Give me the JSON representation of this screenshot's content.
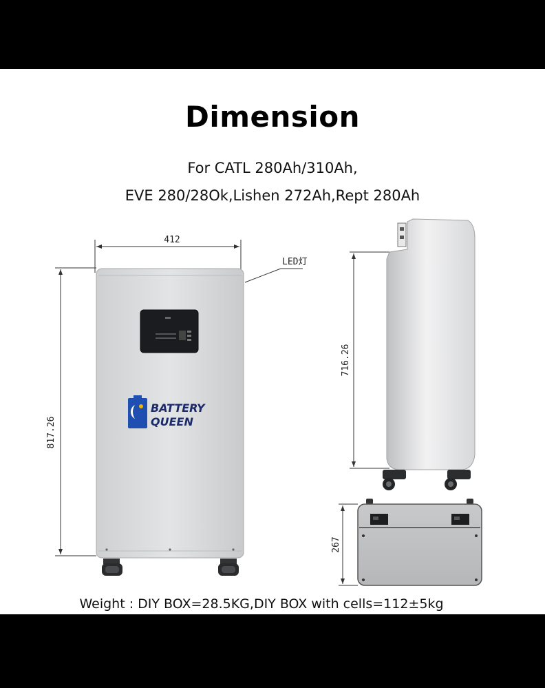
{
  "title": "Dimension",
  "subtitle_line1": "For CATL 280Ah/310Ah,",
  "subtitle_line2": "EVE 280/28Ok,Lishen 272Ah,Rept 280Ah",
  "dimensions": {
    "width": "412",
    "height": "817.26",
    "side_height": "716.26",
    "depth": "267"
  },
  "led_label": "LED灯",
  "brand": {
    "line1": "BATTERY",
    "line2": "QUEEN"
  },
  "weight_text": "Weight : DIY BOX=28.5KG,DIY BOX with cells=112±5kg"
}
